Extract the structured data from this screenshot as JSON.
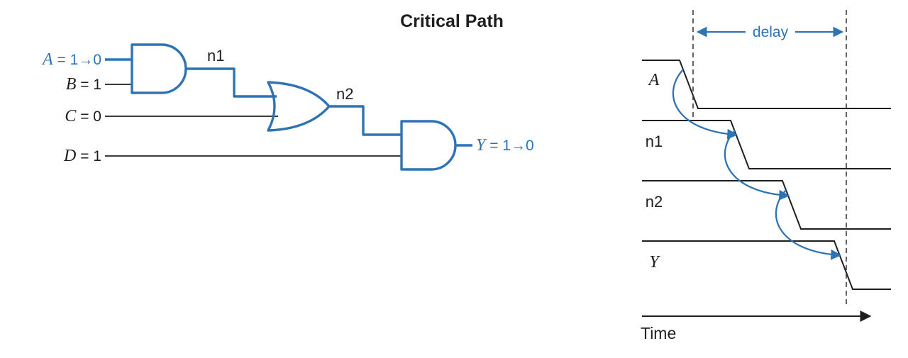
{
  "title": "Critical Path",
  "colors": {
    "critical": "#2e74b5",
    "ink": "#1f1f1f",
    "dash": "#3c3c3c"
  },
  "circuit": {
    "inputs": [
      {
        "name": "A",
        "rest": " = 1→0"
      },
      {
        "name": "B",
        "rest": " = 1"
      },
      {
        "name": "C",
        "rest": " = 0"
      },
      {
        "name": "D",
        "rest": " = 1"
      }
    ],
    "nets": {
      "n1": "n1",
      "n2": "n2"
    },
    "output": {
      "name": "Y",
      "rest": " = 1→0"
    }
  },
  "timing": {
    "signals": [
      "A",
      "n1",
      "n2",
      "Y"
    ],
    "delay_label": "delay",
    "time_label": "Time"
  }
}
